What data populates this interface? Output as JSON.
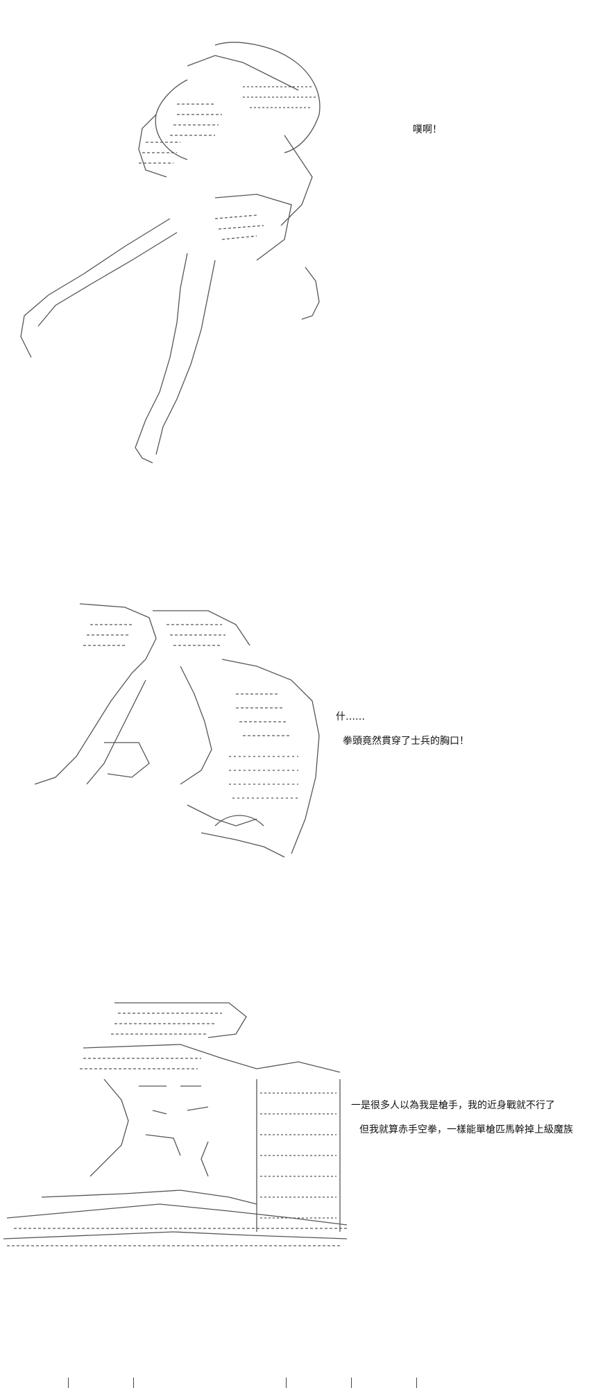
{
  "panels": [
    {
      "id": "panel-1",
      "figure": "ascii-art-figure-leaping",
      "lines": [
        "噗啊！"
      ]
    },
    {
      "id": "panel-2",
      "figure": "ascii-art-soldier-pierced",
      "lines": [
        "什……",
        "拳頭竟然貫穿了士兵的胸口！"
      ]
    },
    {
      "id": "panel-3",
      "figure": "ascii-art-hooded-figure",
      "lines": [
        "一是很多人以為我是槍手，我的近身戰就不行了",
        "但我就算赤手空拳，一樣能單槍匹馬幹掉上級魔族"
      ]
    }
  ],
  "colors": {
    "background": "#ffffff",
    "text": "#111111",
    "art_stroke": "#555555"
  }
}
